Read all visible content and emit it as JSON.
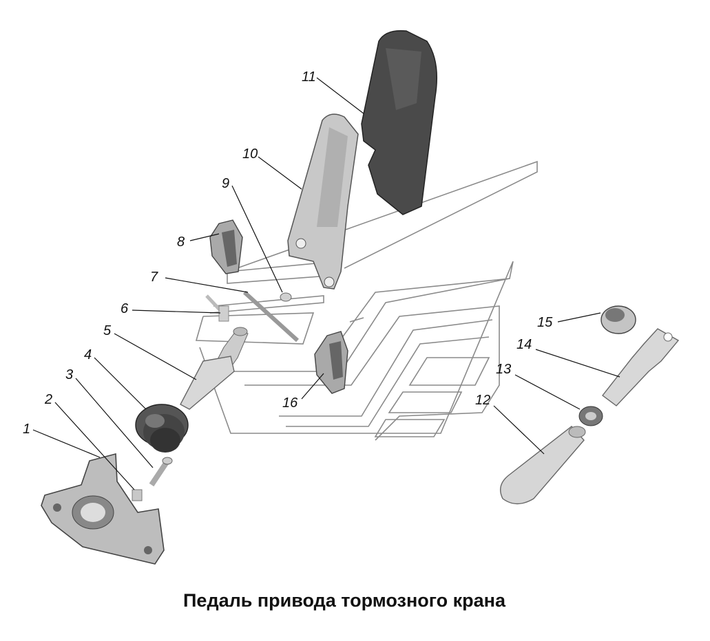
{
  "caption": "Педаль привода тормозного крана",
  "colors": {
    "part_light": "#cfcfcf",
    "part_mid": "#a9a9a9",
    "part_dark": "#4a4a4a",
    "outline": "#8a8a8a",
    "ink": "#111111"
  },
  "callouts": [
    {
      "id": "1",
      "label": "1"
    },
    {
      "id": "2",
      "label": "2"
    },
    {
      "id": "3",
      "label": "3"
    },
    {
      "id": "4",
      "label": "4"
    },
    {
      "id": "5",
      "label": "5"
    },
    {
      "id": "6",
      "label": "6"
    },
    {
      "id": "7",
      "label": "7"
    },
    {
      "id": "8",
      "label": "8"
    },
    {
      "id": "9",
      "label": "9"
    },
    {
      "id": "10",
      "label": "10"
    },
    {
      "id": "11",
      "label": "11"
    },
    {
      "id": "12",
      "label": "12"
    },
    {
      "id": "13",
      "label": "13"
    },
    {
      "id": "14",
      "label": "14"
    },
    {
      "id": "15",
      "label": "15"
    },
    {
      "id": "16",
      "label": "16"
    }
  ]
}
